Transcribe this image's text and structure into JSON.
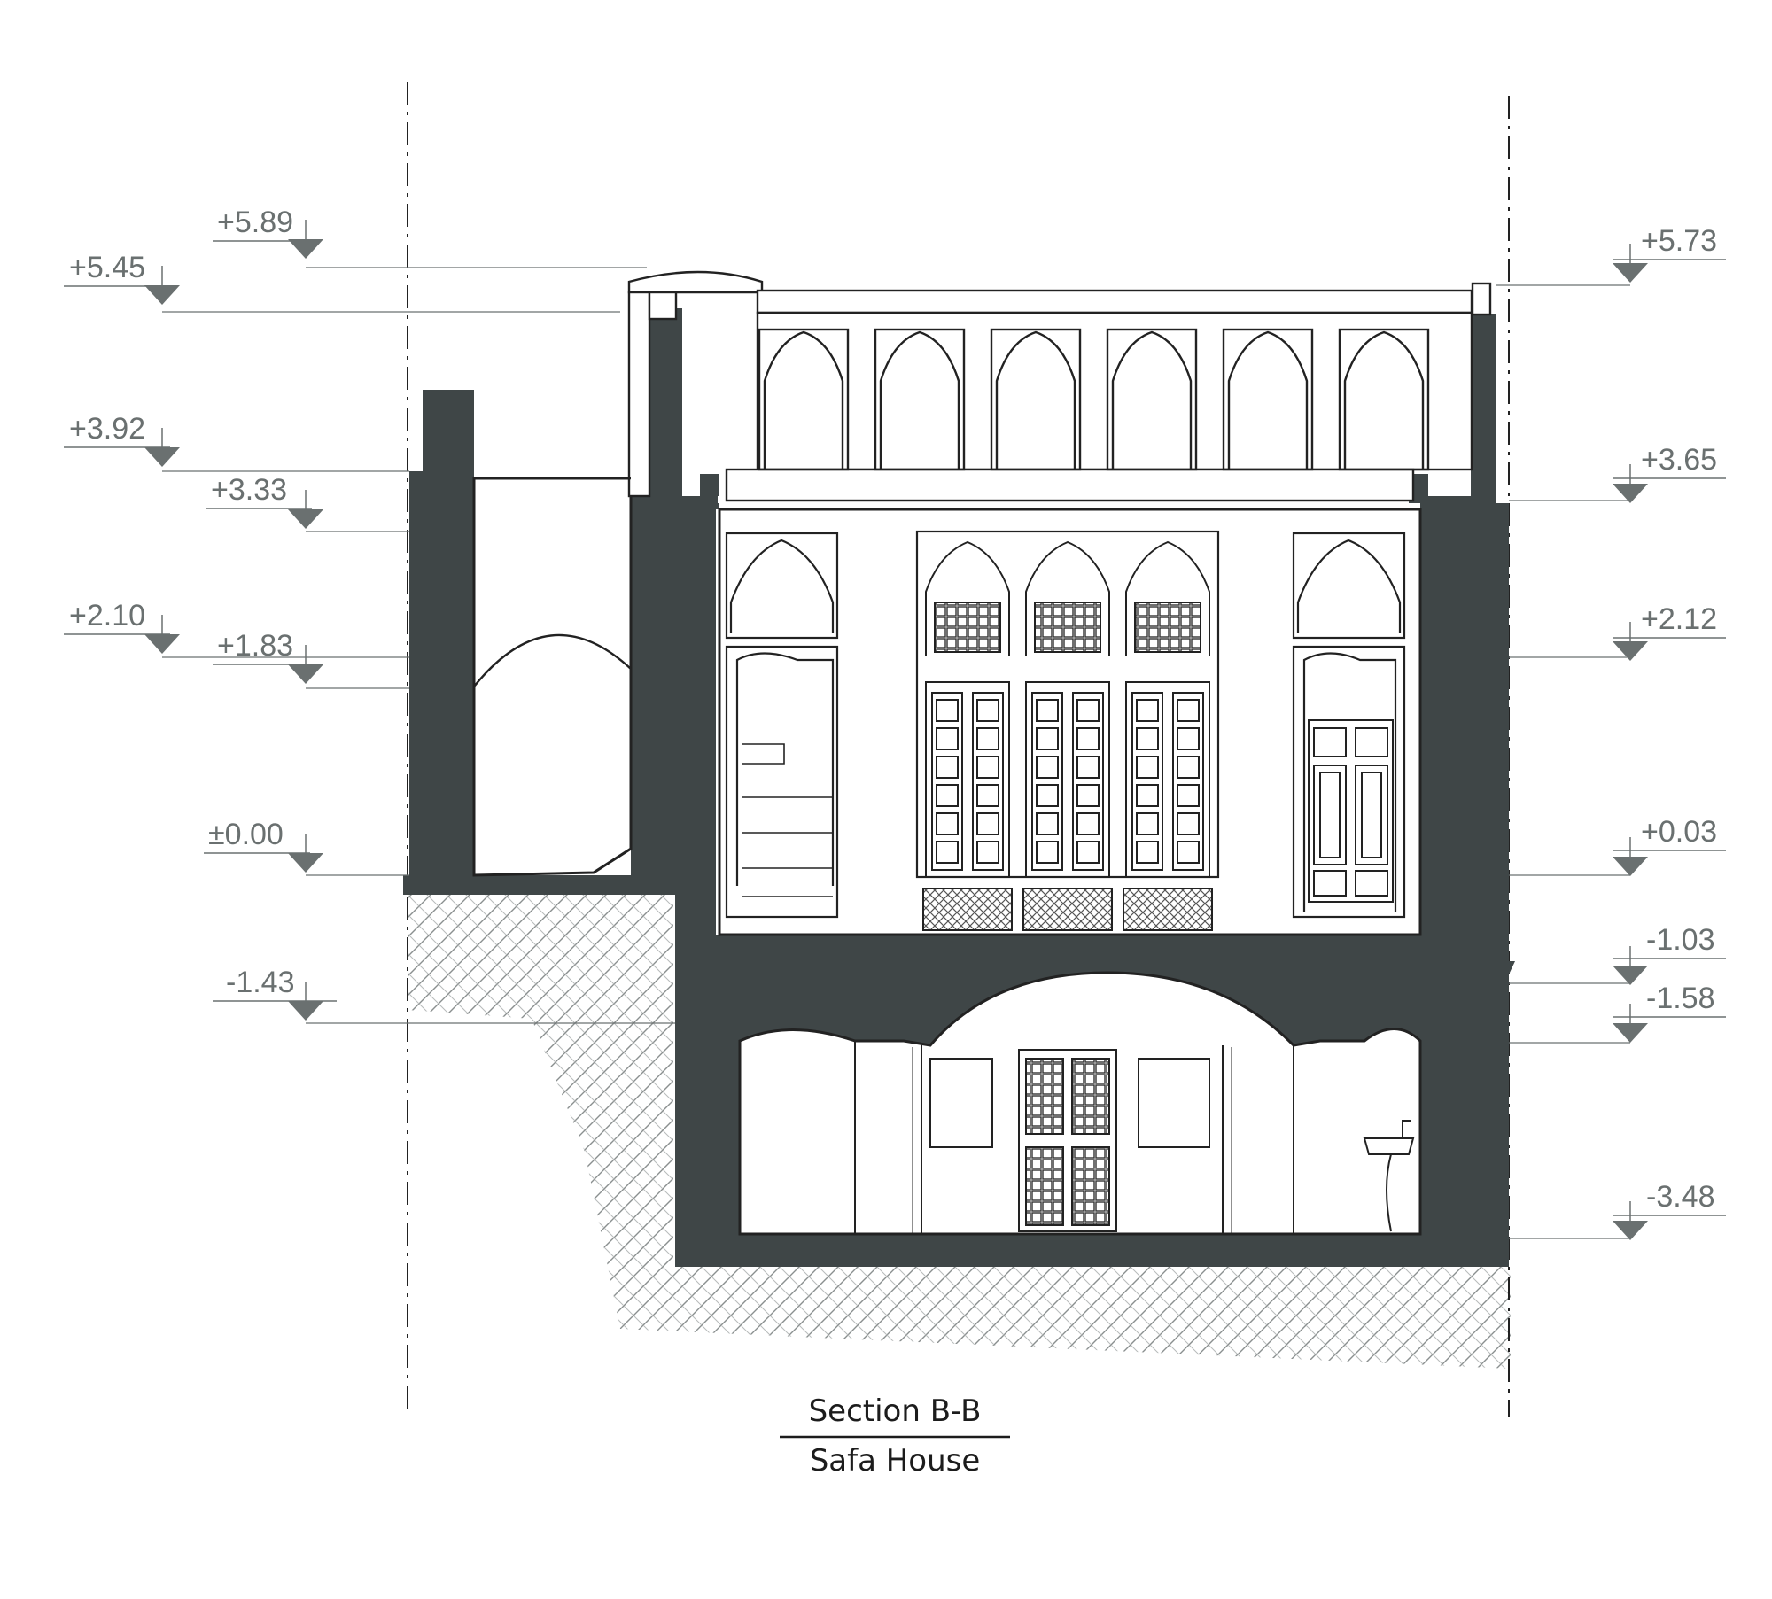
{
  "title": {
    "section": "Section B-B",
    "project": "Safa House"
  },
  "levels_left": [
    "+5.89",
    "+5.45",
    "+3.92",
    "+3.33",
    "+2.10",
    "+1.83",
    "±0.00",
    "-1.43"
  ],
  "levels_right": [
    "+5.73",
    "+3.65",
    "+2.12",
    "+0.03",
    "-1.03",
    "-1.58",
    "-3.48"
  ],
  "colors": {
    "wall": "#3f4647",
    "line": "#222222",
    "annotation": "#6a7070"
  }
}
